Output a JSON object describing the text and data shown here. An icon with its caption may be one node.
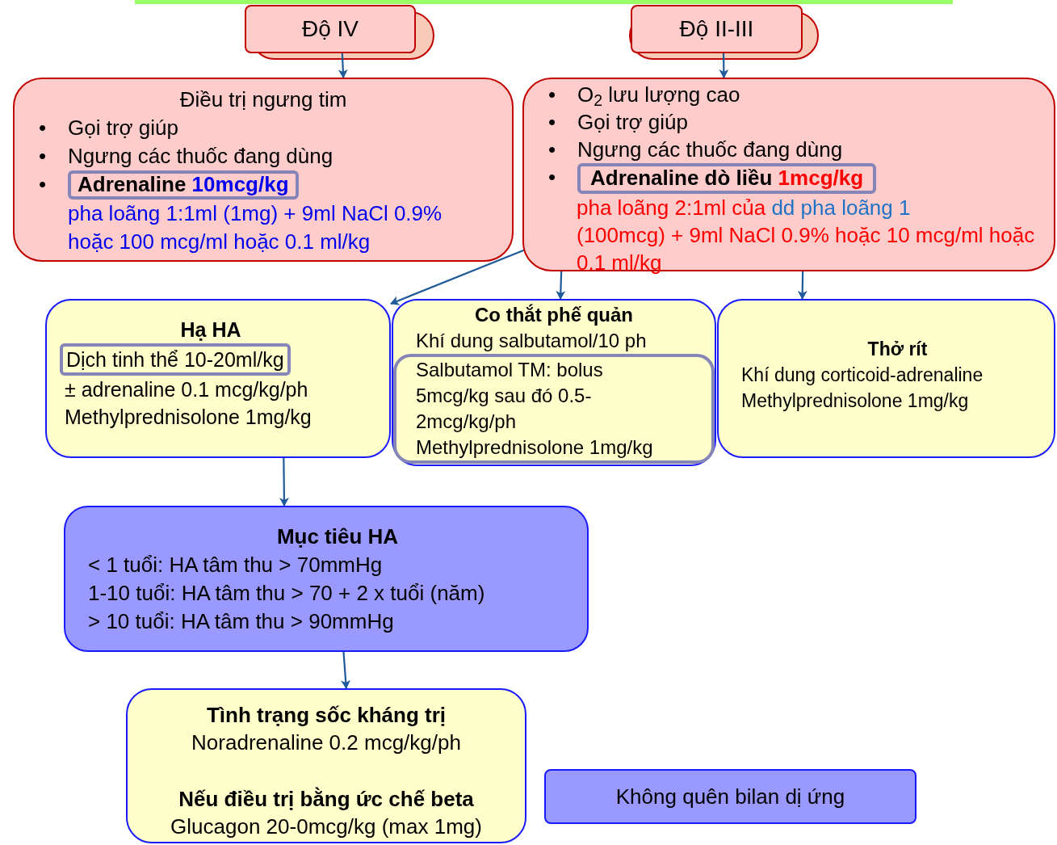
{
  "diagram": {
    "nodes": [
      {
        "text": [
          "Độ IV"
        ]
      },
      {
        "text": [
          "Độ II-III"
        ]
      },
      {
        "text": [
          "Điều trị ngưng tim",
          "Gọi trợ giúp",
          "Ngưng các thuốc đang dùng",
          "pha loãng 1:1ml (1mg) + 9ml NaCl 0.9% hoặc 100 mcg/ml hoặc 0.1 ml/kg"
        ]
      },
      {
        "text": [
          "Adrenaline",
          "10mcg/kg"
        ],
        "in": 2
      },
      {
        "text": [
          "O$_{2}$ lưu lượng cao",
          "Gọi trợ giúp",
          "Ngưng các thuốc đang dùng",
          "pha loãng 2:1ml của",
          "dd pha loãng 1",
          "(100mcg) + 9ml NaCl 0.9% hoặc 10 mcg/ml hoặc 0.1 ml/kg"
        ]
      },
      {
        "text": [
          "Adrenaline dò liều",
          "1mcg/kg"
        ],
        "in": 4
      },
      {
        "text": [
          "Hạ HA",
          "± adrenaline 0.1 mcg/kg/ph",
          "Methylprednisolone 1mg/kg"
        ]
      },
      {
        "text": [
          "Dịch tinh thể 10-20ml/kg"
        ],
        "in": 6
      },
      {
        "text": [
          "Co thắt phế quản",
          "Khí dung salbutamol/10 ph"
        ]
      },
      {
        "text": [
          "Salbutamol TM: bolus 5mcg/kg sau đó 0.5-2mcg/kg/ph",
          "Methylprednisolone 1mg/kg"
        ],
        "in": 8
      },
      {
        "text": [
          "Thở rít",
          "Khí dung corticoid-adrenaline",
          "Methylprednisolone 1mg/kg"
        ]
      },
      {
        "text": [
          "Mục tiêu HA",
          "< 1 tuổi: HA tâm thu > 70mmHg",
          "1-10 tuổi: HA tâm thu > 70 + 2 x tuổi (năm)",
          "> 10 tuổi: HA tâm thu > 90mmHg"
        ]
      },
      {
        "text": [
          "Tình trạng sốc kháng trị",
          "Noradrenaline 0.2 mcg/kg/ph",
          "Nếu điều trị bằng ức chế beta",
          "Glucagon 20-0mcg/kg (max 1mg)"
        ]
      },
      {
        "text": [
          "Không quên bilan dị ứng"
        ]
      }
    ],
    "edges": [
      {
        "from": 0,
        "to": 2,
        "arrow": "to"
      },
      {
        "from": 1,
        "to": 4,
        "arrow": "to"
      },
      {
        "from": 4,
        "to": 6,
        "arrow": "to"
      },
      {
        "from": 4,
        "to": 8,
        "arrow": "to"
      },
      {
        "from": 4,
        "to": 10,
        "arrow": "to"
      },
      {
        "from": 6,
        "to": 11,
        "arrow": "to"
      },
      {
        "from": 11,
        "to": 12,
        "arrow": "to"
      }
    ],
    "labels": [
      "•",
      "•",
      "•",
      "•",
      "•",
      "•",
      "•"
    ]
  }
}
